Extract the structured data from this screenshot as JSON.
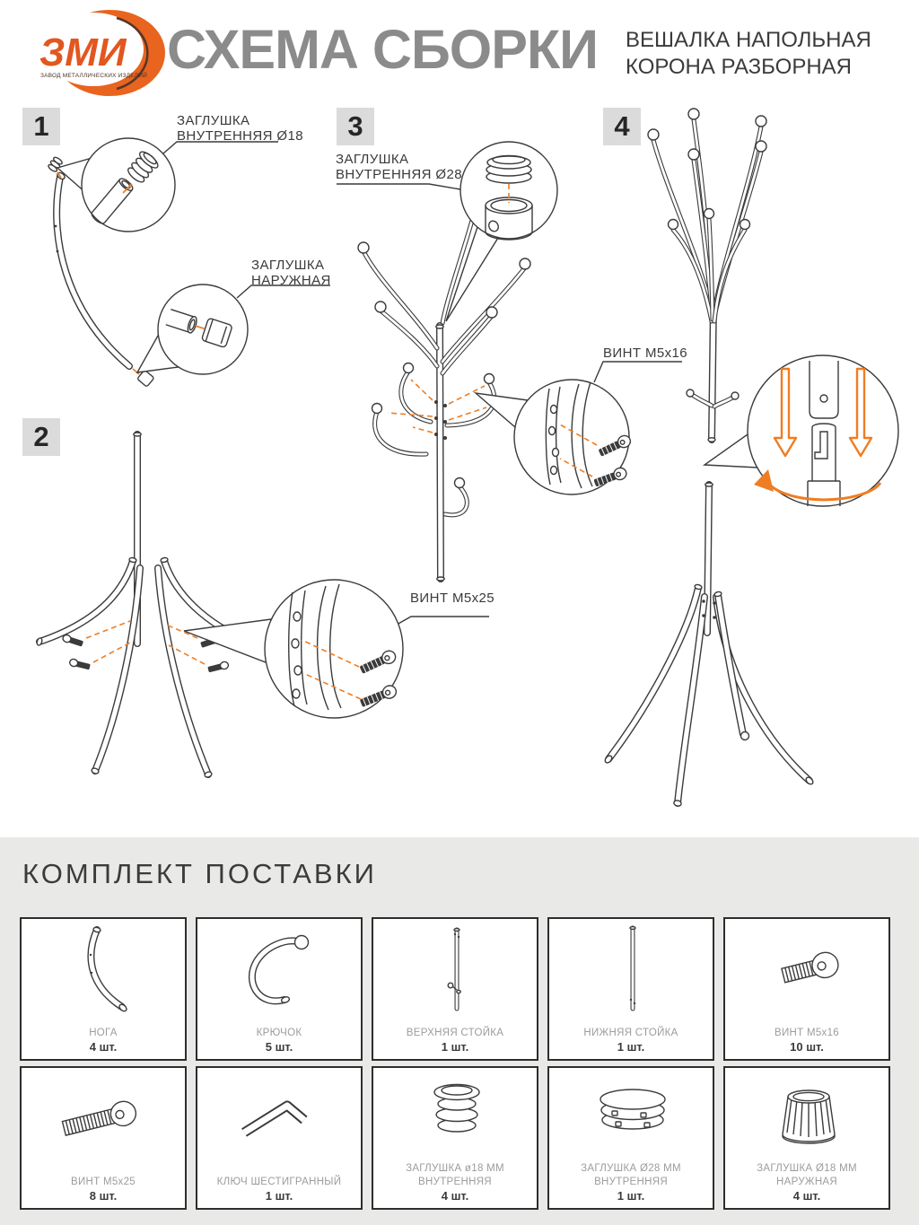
{
  "header": {
    "logo": {
      "text": "ЗМИ",
      "subtext": "ЗАВОД МЕТАЛЛИЧЕСКИХ ИЗДЕЛИЙ"
    },
    "title": "СХЕМА СБОРКИ",
    "subtitle_line1": "ВЕШАЛКА НАПОЛЬНАЯ",
    "subtitle_line2": "КОРОНА РАЗБОРНАЯ"
  },
  "colors": {
    "accent_orange": "#EF7D23",
    "logo_orange": "#E8641F",
    "title_gray": "#8B8B8B",
    "text_dark": "#3B3B3B",
    "label_gray": "#9C9C9C",
    "step_box_bg": "#DBDBDB",
    "panel_bg": "#E9EAE8",
    "line_dark": "#3B3B3B"
  },
  "steps": [
    {
      "number": "1",
      "labels": [
        "ЗАГЛУШКА\nВНУТРЕННЯЯ Ø18",
        "ЗАГЛУШКА\nНАРУЖНАЯ"
      ]
    },
    {
      "number": "2",
      "labels": [
        "ВИНТ М5х25"
      ]
    },
    {
      "number": "3",
      "labels": [
        "ЗАГЛУШКА\nВНУТРЕННЯЯ Ø28",
        "ВИНТ М5х16"
      ]
    },
    {
      "number": "4",
      "labels": []
    }
  ],
  "kit": {
    "title": "КОМПЛЕКТ ПОСТАВКИ",
    "items": [
      {
        "name": "НОГА",
        "qty": "4 шт."
      },
      {
        "name": "КРЮЧОК",
        "qty": "5 шт."
      },
      {
        "name": "ВЕРХНЯЯ СТОЙКА",
        "qty": "1 шт."
      },
      {
        "name": "НИЖНЯЯ СТОЙКА",
        "qty": "1 шт."
      },
      {
        "name": "ВИНТ М5х16",
        "qty": "10 шт."
      },
      {
        "name": "ВИНТ М5х25",
        "qty": "8 шт."
      },
      {
        "name": "КЛЮЧ ШЕСТИГРАННЫЙ",
        "qty": "1 шт."
      },
      {
        "name": "ЗАГЛУШКА ø18 ММ\nВНУТРЕННЯЯ",
        "qty": "4 шт."
      },
      {
        "name": "ЗАГЛУШКА Ø28 ММ\nВНУТРЕННЯЯ",
        "qty": "1 шт."
      },
      {
        "name": "ЗАГЛУШКА Ø18 ММ\nНАРУЖНАЯ",
        "qty": "4 шт."
      }
    ]
  }
}
